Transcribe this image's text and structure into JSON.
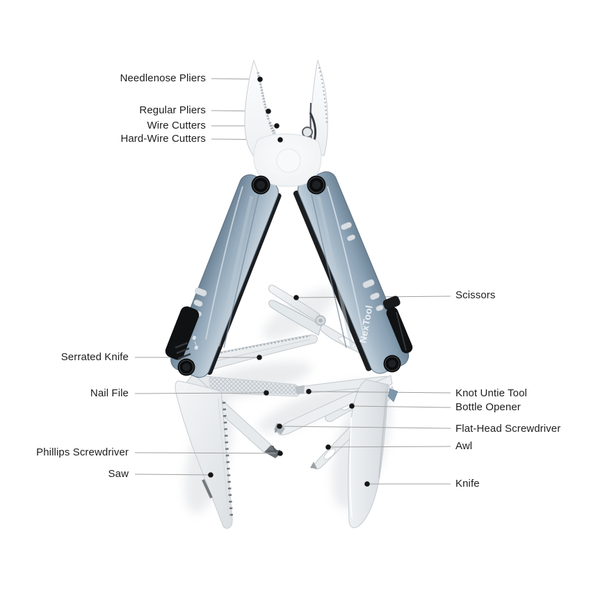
{
  "brand": "NexTool",
  "callouts": {
    "left": [
      "Needlenose Pliers",
      "Regular Pliers",
      "Wire Cutters",
      "Hard-Wire Cutters",
      "Serrated Knife",
      "Nail File",
      "Phillips Screwdriver",
      "Saw"
    ],
    "right": [
      "Scissors",
      "Knot Untie Tool",
      "Bottle Opener",
      "Flat-Head Screwdriver",
      "Awl",
      "Knife"
    ]
  },
  "colors": {
    "background": "#FFFFFF",
    "handle_blue": "#8FA5B7",
    "handle_blue_light": "#C3D0DA",
    "handle_blue_dark": "#6E8497",
    "steel_light": "#ECEFF1",
    "hardware_black": "#0F1113",
    "label_text": "#1D1D1F",
    "leader_line": "#A0A0A0",
    "callout_dot": "#151515"
  }
}
